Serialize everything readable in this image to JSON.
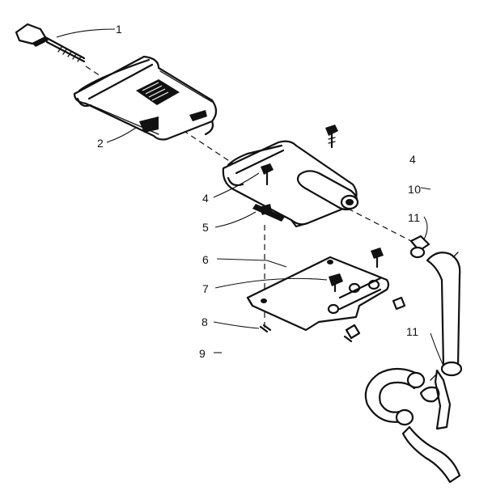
{
  "callouts": {
    "c1": "1",
    "c2": "2",
    "c4a": "4",
    "c4b": "4",
    "c10": "10",
    "c11a": "11",
    "c5": "5",
    "c6": "6",
    "c7": "7",
    "c11b": "11",
    "c8": "8",
    "c9": "9"
  }
}
